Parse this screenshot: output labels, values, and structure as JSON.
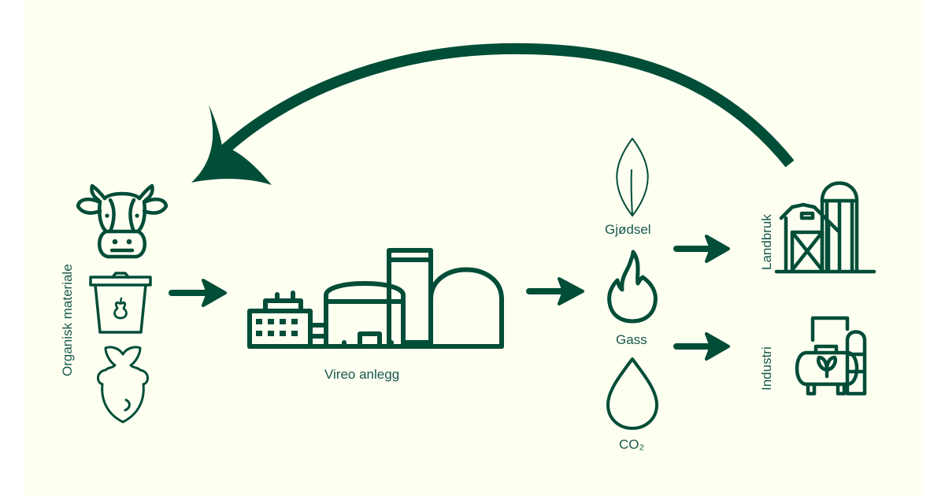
{
  "diagram": {
    "title": "Vireo biogass kretsløp",
    "colors": {
      "background": "#fdfff1",
      "icon": "#004d38",
      "label": "#17594d"
    },
    "input": {
      "label": "Organisk materiale",
      "icons": [
        "cow-icon",
        "compost-bin-icon",
        "fish-icon"
      ]
    },
    "plant": {
      "label": "Vireo anlegg",
      "icon": "biogas-plant-icon"
    },
    "products": [
      {
        "label": "Gjødsel",
        "icon": "leaf-icon"
      },
      {
        "label": "Gass",
        "icon": "flame-icon"
      },
      {
        "label": "CO₂",
        "icon": "drop-icon"
      }
    ],
    "outputs": [
      {
        "label": "Landbruk",
        "icon": "barn-silo-icon"
      },
      {
        "label": "Industri",
        "icon": "gas-tank-icon"
      }
    ],
    "flows": [
      {
        "from": "Organisk materiale",
        "to": "Vireo anlegg"
      },
      {
        "from": "Vireo anlegg",
        "to": "Gjødsel / Gass / CO₂"
      },
      {
        "from": "Gjødsel",
        "to": "Landbruk"
      },
      {
        "from": "Gass",
        "to": "Industri"
      },
      {
        "from": "Landbruk",
        "to": "Organisk materiale"
      }
    ]
  }
}
